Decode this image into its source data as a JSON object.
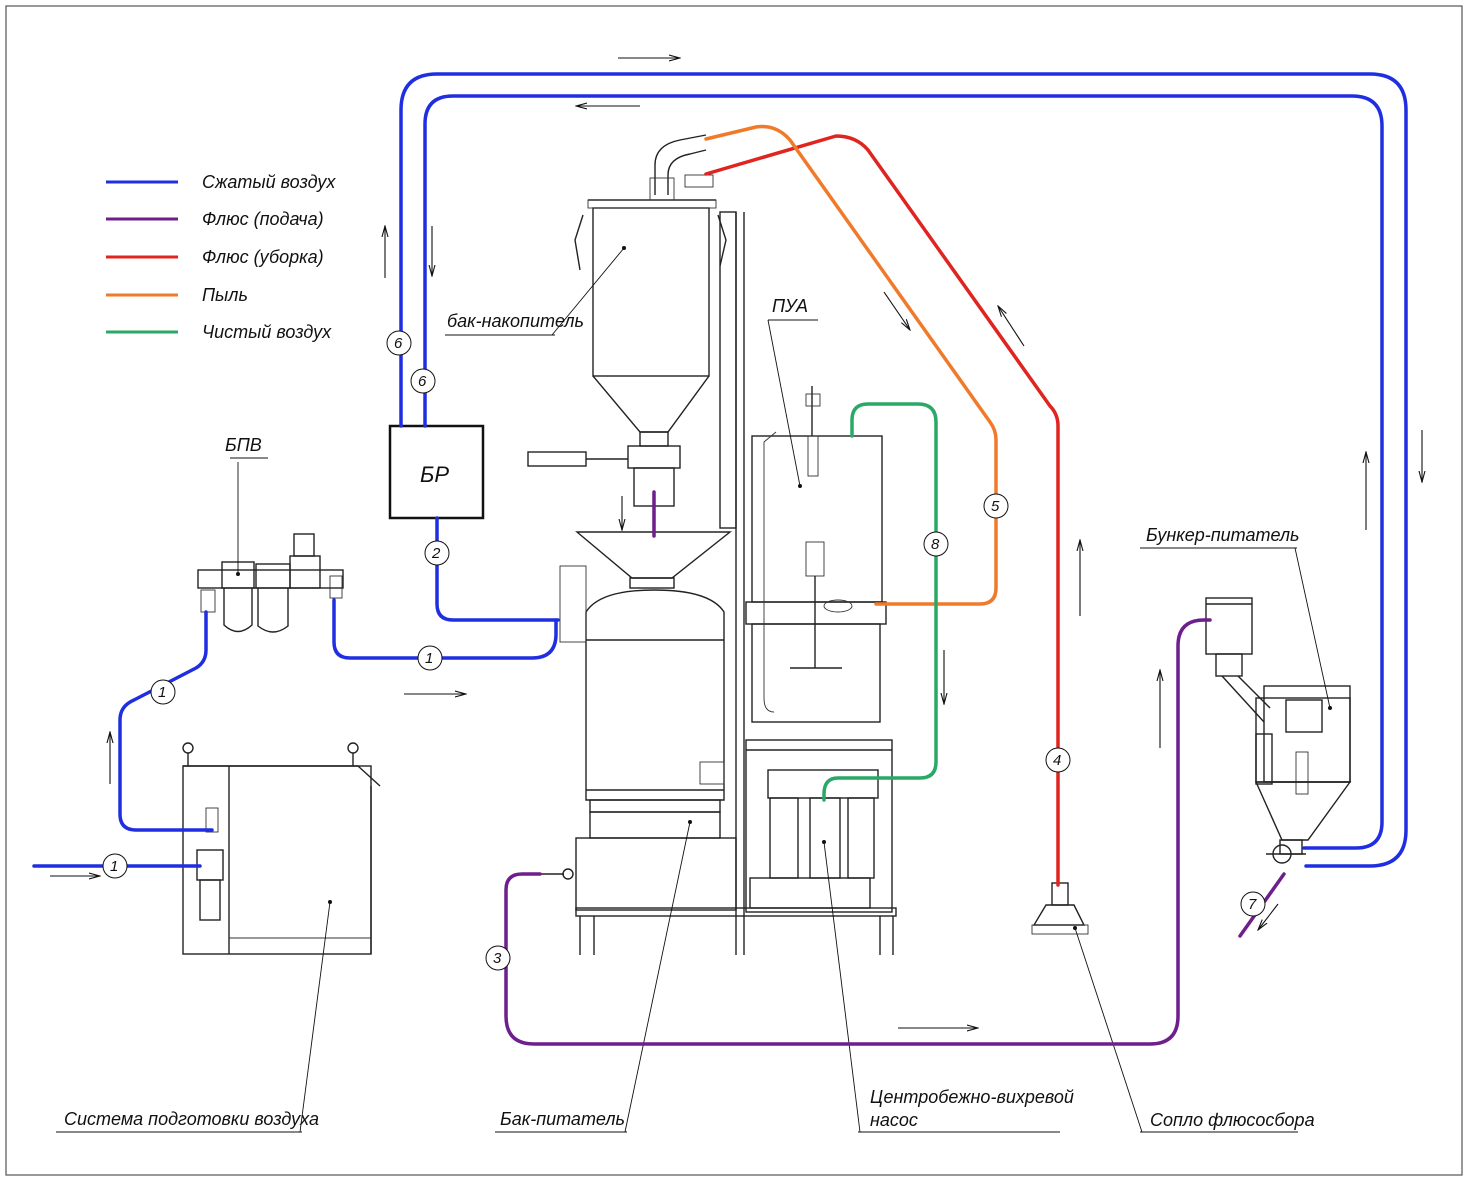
{
  "legend": [
    {
      "label": "Сжатый воздух",
      "color": "#1f2ee0"
    },
    {
      "label": "Флюс (подача)",
      "color": "#6e1f8c"
    },
    {
      "label": "Флюс (уборка)",
      "color": "#e0241f"
    },
    {
      "label": "Пыль",
      "color": "#f07a2a"
    },
    {
      "label": "Чистый воздух",
      "color": "#2aa866"
    }
  ],
  "labels": {
    "bpv": "БПВ",
    "br": "БР",
    "bak_nakopitel": "бак-накопитель",
    "pua": "ПУА",
    "bunker": "Бункер-питатель",
    "sistema": "Система подготовки воздуха",
    "bak_pitatel": "Бак-питатель",
    "nasos_1": "Центробежно-вихревой",
    "nasos_2": "насос",
    "soplo": "Сопло флюсосбора"
  },
  "pipe_numbers": {
    "n1a": "1",
    "n1b": "1",
    "n1c": "1",
    "n2": "2",
    "n3": "3",
    "n4": "4",
    "n5": "5",
    "n6a": "6",
    "n6b": "6",
    "n7": "7",
    "n8": "8"
  }
}
